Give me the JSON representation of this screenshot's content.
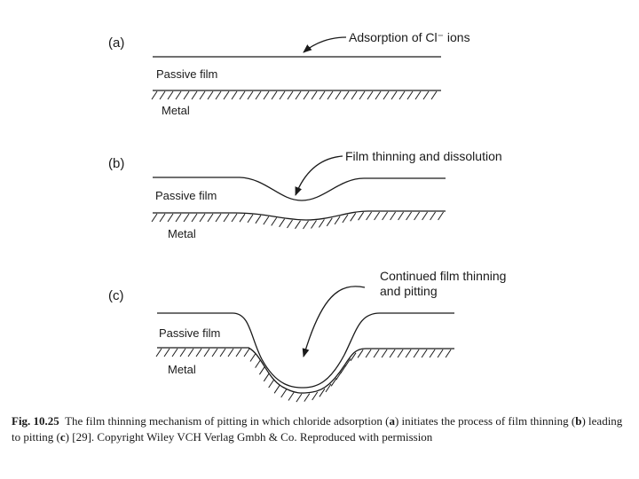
{
  "panels": [
    {
      "label": "(a)",
      "film_label": "Passive film",
      "metal_label": "Metal",
      "annotation": [
        "Adsorption of Cl⁻ ions"
      ]
    },
    {
      "label": "(b)",
      "film_label": "Passive film",
      "metal_label": "Metal",
      "annotation": [
        "Film thinning and dissolution"
      ]
    },
    {
      "label": "(c)",
      "film_label": "Passive film",
      "metal_label": "Metal",
      "annotation": [
        "Continued film thinning",
        "and pitting"
      ]
    }
  ],
  "caption": {
    "fig": "Fig. 10.25",
    "t1": "The film thinning mechanism of pitting in which chloride adsorption (",
    "a": "a",
    "t2": ") initiates the process of film thinning (",
    "b": "b",
    "t3": ") leading to pitting (",
    "c": "c",
    "t4": ") [29]. Copyright Wiley VCH Verlag Gmbh & Co. Reproduced with permission"
  },
  "colors": {
    "ink": "#1a1a1a",
    "background": "#ffffff"
  }
}
